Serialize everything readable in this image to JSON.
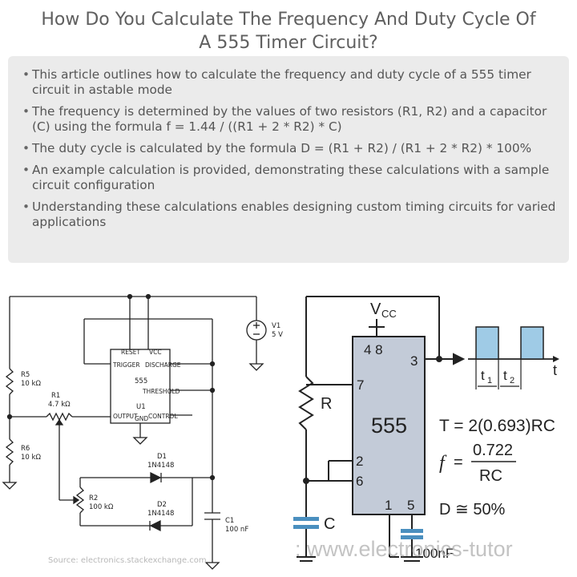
{
  "header": {
    "title_line1": "How Do You Calculate The Frequency And Duty Cycle Of",
    "title_line2": "A 555 Timer Circuit?"
  },
  "summary": {
    "bullets": [
      "This article outlines how to calculate the frequency and duty cycle of a 555 timer circuit in astable mode",
      "The frequency is determined by the values of two resistors (R1, R2) and a capacitor (C) using the formula f = 1.44 / ((R1 + 2 * R2) * C)",
      "The duty cycle is calculated by the formula D = (R1 + R2) / (R1 + 2 * R2) * 100%",
      "An example calculation is provided, demonstrating these calculations with a sample circuit configuration",
      "Understanding these calculations enables designing custom timing circuits for varied applications"
    ]
  },
  "left_schematic": {
    "v1": "V1",
    "v1_value": "5 V",
    "r5": "R5",
    "r5_value": "10 kΩ",
    "r1": "R1",
    "r1_value": "4.7 kΩ",
    "r6": "R6",
    "r6_value": "10 kΩ",
    "r2": "R2",
    "r2_value": "100 kΩ",
    "d1": "D1",
    "d1_value": "1N4148",
    "d2": "D2",
    "d2_value": "1N4148",
    "c1": "C1",
    "c1_value": "100 nF",
    "u1": "U1",
    "chip_label": "555",
    "pins": {
      "reset": "RESET",
      "vcc": "VCC",
      "trigger": "TRIGGER",
      "discharge": "DISCHARGE",
      "threshold": "THRESHOLD",
      "output": "OUTPUT",
      "gnd": "GND",
      "control": "CONTROL"
    },
    "source": "Source: electronics.stackexchange.com"
  },
  "right_schematic": {
    "vcc_v": "V",
    "vcc_sub": "CC",
    "chip_label": "555",
    "pin_4_8": "4 8",
    "pin_3": "3",
    "pin_7": "7",
    "pin_2": "2",
    "pin_6": "6",
    "pin_1": "1",
    "pin_5": "5",
    "resistor_label": "R",
    "capacitor_label": "C",
    "cap_value": "100nF",
    "time_axis": "t",
    "t1": "t",
    "t1_sub": "1",
    "t2": "t",
    "t2_sub": "2",
    "formula_period": "T = 2(0.693)RC",
    "formula_f_symbol": "f",
    "formula_f_eq": "=",
    "formula_f_num": "0.722",
    "formula_f_den": "RC",
    "formula_duty": "D ≅ 50%",
    "watermark": ": www.electronics-tutor",
    "colors": {
      "chip_fill": "#c3cbd8",
      "pulse_fill": "#9fcbe6",
      "cap_plate": "#4a8fbf"
    }
  }
}
